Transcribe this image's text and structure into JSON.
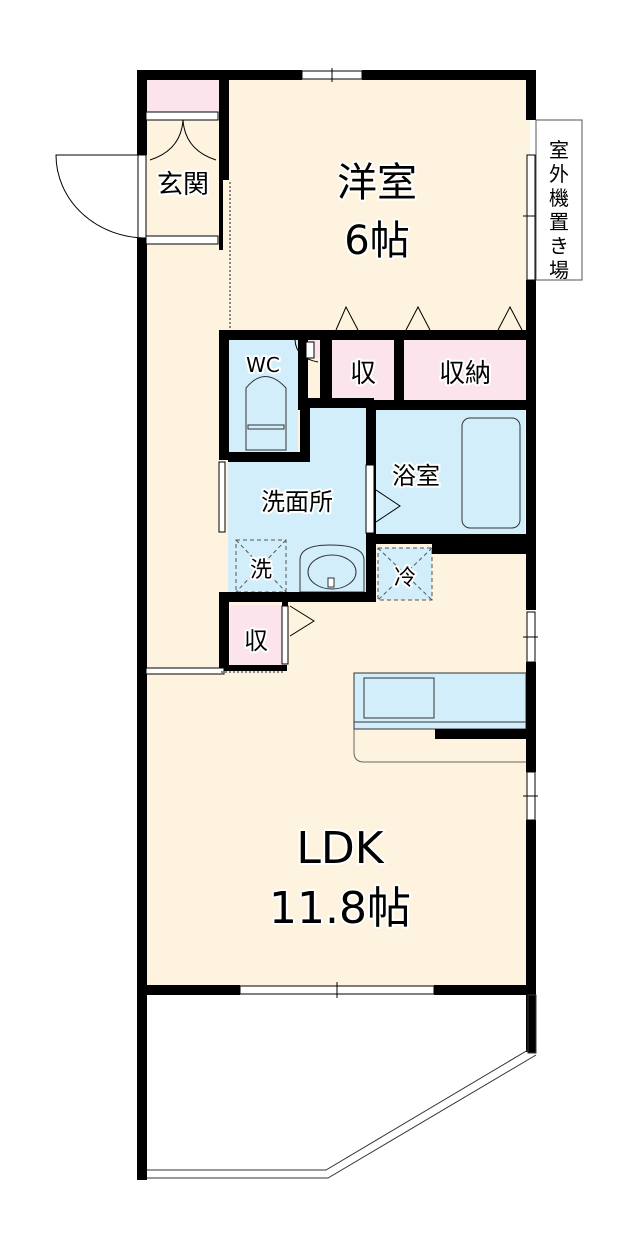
{
  "floor_plan": {
    "colors": {
      "floor": "#fdf3df",
      "wet": "#d3eefb",
      "storage": "#fbe4ec",
      "wall": "#000000",
      "background": "#ffffff"
    },
    "rooms": {
      "western_room": {
        "name": "洋室",
        "size": "6帖"
      },
      "entrance": {
        "name": "玄関"
      },
      "wc": {
        "name": "WC"
      },
      "storage_small": {
        "name": "収"
      },
      "closet": {
        "name": "収納"
      },
      "bathroom": {
        "name": "浴室"
      },
      "washroom": {
        "name": "洗面所"
      },
      "washer_space": {
        "name": "洗"
      },
      "fridge_space": {
        "name": "冷"
      },
      "storage_hall": {
        "name": "収"
      },
      "ldk": {
        "name": "LDK",
        "size": "11.8帖"
      }
    },
    "outdoor_unit": {
      "label": "室外機置き場",
      "chars": [
        "室",
        "外",
        "機",
        "置",
        "き",
        "場"
      ]
    }
  }
}
